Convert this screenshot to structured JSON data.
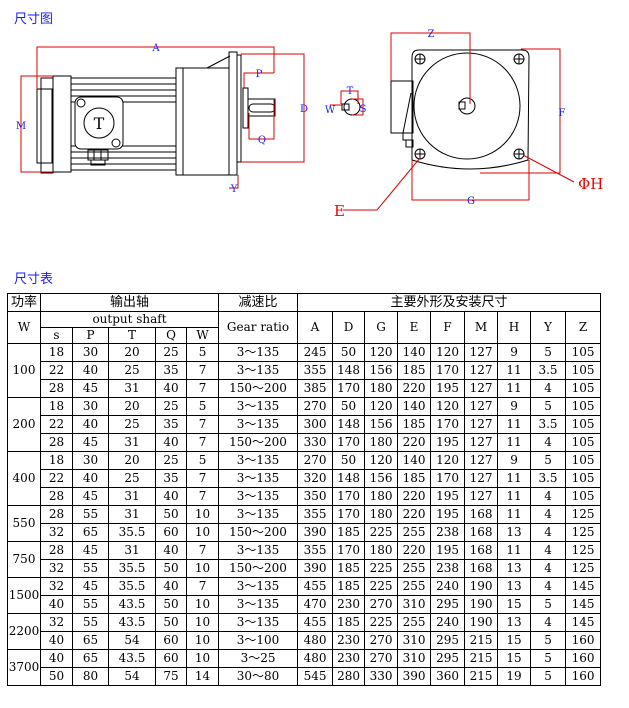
{
  "diagram": {
    "title": "尺寸图",
    "labels": {
      "A": "A",
      "M": "M",
      "P": "P",
      "Q": "Q",
      "D": "D",
      "Y": "Y",
      "T_motor": "T",
      "T": "T",
      "W": "W",
      "S": "S",
      "Z": "Z",
      "F": "F",
      "G": "G",
      "E": "E",
      "H": "ΦH"
    }
  },
  "table": {
    "title": "尺寸表",
    "header": {
      "power": "功率",
      "power_unit": "W",
      "shaft": "输出轴",
      "shaft_en": "output shaft",
      "shaft_cols": [
        "s",
        "P",
        "T",
        "Q",
        "W"
      ],
      "ratio": "减速比",
      "ratio_en": "Gear ratio",
      "dims": "主要外形及安装尺寸",
      "dim_cols": [
        "A",
        "D",
        "G",
        "E",
        "F",
        "M",
        "H",
        "Y",
        "Z"
      ]
    },
    "groups": [
      {
        "power": "100",
        "rows": [
          [
            "18",
            "30",
            "20",
            "25",
            "5",
            "3～135",
            "245",
            "50",
            "120",
            "140",
            "120",
            "127",
            "9",
            "5",
            "105"
          ],
          [
            "22",
            "40",
            "25",
            "35",
            "7",
            "3～135",
            "355",
            "148",
            "156",
            "185",
            "170",
            "127",
            "11",
            "3.5",
            "105"
          ],
          [
            "28",
            "45",
            "31",
            "40",
            "7",
            "150～200",
            "385",
            "170",
            "180",
            "220",
            "195",
            "127",
            "11",
            "4",
            "105"
          ]
        ]
      },
      {
        "power": "200",
        "rows": [
          [
            "18",
            "30",
            "20",
            "25",
            "5",
            "3～135",
            "270",
            "50",
            "120",
            "140",
            "120",
            "127",
            "9",
            "5",
            "105"
          ],
          [
            "22",
            "40",
            "25",
            "35",
            "7",
            "3～135",
            "300",
            "148",
            "156",
            "185",
            "170",
            "127",
            "11",
            "3.5",
            "105"
          ],
          [
            "28",
            "45",
            "31",
            "40",
            "7",
            "150～200",
            "330",
            "170",
            "180",
            "220",
            "195",
            "127",
            "11",
            "4",
            "105"
          ]
        ]
      },
      {
        "power": "400",
        "rows": [
          [
            "18",
            "30",
            "20",
            "25",
            "5",
            "3～135",
            "270",
            "50",
            "120",
            "140",
            "120",
            "127",
            "9",
            "5",
            "105"
          ],
          [
            "22",
            "40",
            "25",
            "35",
            "7",
            "3～135",
            "320",
            "148",
            "156",
            "185",
            "170",
            "127",
            "11",
            "3.5",
            "105"
          ],
          [
            "28",
            "45",
            "31",
            "40",
            "7",
            "3～135",
            "350",
            "170",
            "180",
            "220",
            "195",
            "127",
            "11",
            "4",
            "105"
          ]
        ]
      },
      {
        "power": "550",
        "rows": [
          [
            "28",
            "55",
            "31",
            "50",
            "10",
            "3～135",
            "355",
            "170",
            "180",
            "220",
            "195",
            "168",
            "11",
            "4",
            "125"
          ],
          [
            "32",
            "65",
            "35.5",
            "60",
            "10",
            "150～200",
            "390",
            "185",
            "225",
            "255",
            "238",
            "168",
            "13",
            "4",
            "125"
          ]
        ]
      },
      {
        "power": "750",
        "rows": [
          [
            "28",
            "45",
            "31",
            "40",
            "7",
            "3～135",
            "355",
            "170",
            "180",
            "220",
            "195",
            "168",
            "11",
            "4",
            "125"
          ],
          [
            "32",
            "55",
            "35.5",
            "50",
            "10",
            "150～200",
            "390",
            "185",
            "225",
            "255",
            "238",
            "168",
            "13",
            "4",
            "125"
          ]
        ]
      },
      {
        "power": "1500",
        "rows": [
          [
            "32",
            "45",
            "35.5",
            "40",
            "7",
            "3～135",
            "455",
            "185",
            "225",
            "255",
            "240",
            "190",
            "13",
            "4",
            "145"
          ],
          [
            "40",
            "55",
            "43.5",
            "50",
            "10",
            "3～135",
            "470",
            "230",
            "270",
            "310",
            "295",
            "190",
            "15",
            "5",
            "145"
          ]
        ]
      },
      {
        "power": "2200",
        "rows": [
          [
            "32",
            "55",
            "43.5",
            "50",
            "10",
            "3～135",
            "455",
            "185",
            "225",
            "255",
            "240",
            "190",
            "13",
            "4",
            "145"
          ],
          [
            "40",
            "65",
            "54",
            "60",
            "10",
            "3～100",
            "480",
            "230",
            "270",
            "310",
            "295",
            "215",
            "15",
            "5",
            "160"
          ]
        ]
      },
      {
        "power": "3700",
        "rows": [
          [
            "40",
            "65",
            "43.5",
            "60",
            "10",
            "3～25",
            "480",
            "230",
            "270",
            "310",
            "295",
            "215",
            "15",
            "5",
            "160"
          ],
          [
            "50",
            "80",
            "54",
            "75",
            "14",
            "30～80",
            "545",
            "280",
            "330",
            "390",
            "360",
            "215",
            "19",
            "5",
            "160"
          ]
        ]
      }
    ]
  }
}
